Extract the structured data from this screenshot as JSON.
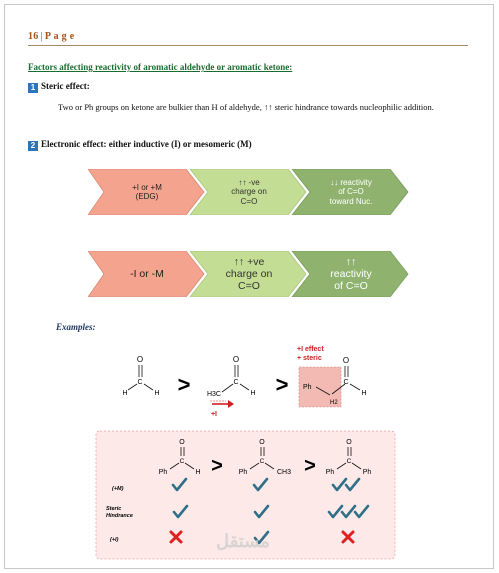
{
  "header": {
    "page_number": "16",
    "separator": "|",
    "page_word": "P a g e"
  },
  "title": "Factors affecting reactivity of aromatic aldehyde or aromatic ketone:",
  "section1": {
    "badge": "1",
    "heading": "Steric effect:",
    "text": "Two or Ph groups on ketone are bulkier than H of aldehyde, ↑↑ steric hindrance towards nucleophilic addition."
  },
  "section2": {
    "badge": "2",
    "heading": "Electronic effect: either inductive (I) or mesomeric (M)"
  },
  "flow1": {
    "box1_line1": "+I or +M",
    "box1_line2": "(EDG)",
    "box2_line1": "↑↑ -ve",
    "box2_line2": "charge on",
    "box2_line3": "C=O",
    "box3_line1": "↓↓ reactivity",
    "box3_line2": "of C=O",
    "box3_line3": "toward Nuc."
  },
  "flow2": {
    "box1_line1": "-I or -M",
    "box2_line1": "↑↑ +ve",
    "box2_line2": "charge on",
    "box2_line3": "C=O",
    "box3_line1": "↑↑",
    "box3_line2": "reactivity",
    "box3_line3": "of C=O"
  },
  "examples_label": "Examples:",
  "row1": {
    "atom_O": "O",
    "atom_C": "C",
    "atom_H": "H",
    "atom_H3C": "H3C",
    "atom_Ph": "Ph",
    "atom_H2": "H2",
    "gt": ">",
    "plus_i_label": "+I",
    "annotation_line1": "+I effect",
    "annotation_line2": "+ steric"
  },
  "row2": {
    "atom_O": "O",
    "atom_C": "C",
    "atom_H": "H",
    "atom_Ph": "Ph",
    "atom_CH3": "CH3",
    "gt": ">",
    "labels": {
      "plus_m": "(+M)",
      "steric_line1": "Steric",
      "steric_line2": "Hindrance",
      "plus_i": "(+I)"
    }
  },
  "colors": {
    "box_salmon": "#f4a48e",
    "box_green_light": "#c3dd94",
    "box_green_mid": "#8fb36f",
    "check": "#2f6f88",
    "cross": "#e02020",
    "annotation": "#d02020",
    "highlight_fill": "#f3b9b3",
    "panel_fill": "#fce9e8",
    "panel_border": "#e8a0a0"
  },
  "watermark": "مستقل"
}
